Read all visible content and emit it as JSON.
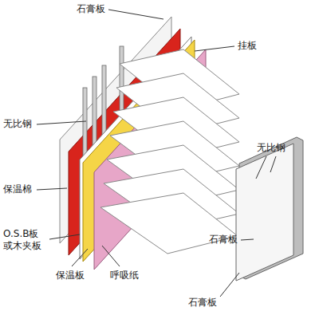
{
  "diagram": {
    "labels": [
      "石膏板",
      "挂板",
      "无比钢",
      "保温棉",
      "O.S.B板 或木夹板",
      "保温板",
      "呼吸纸",
      "无比钢",
      "石膏板",
      "石膏板"
    ]
  }
}
